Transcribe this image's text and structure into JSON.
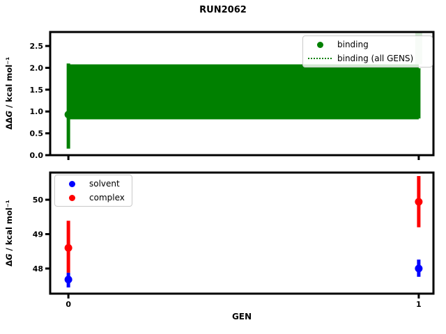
{
  "title": "RUN2062",
  "xlabel": "GEN",
  "colors": {
    "green": "#008000",
    "blue": "#0000ff",
    "red": "#ff0000",
    "strip": "rgba(0,128,0,0.18)",
    "axis": "#000000",
    "legend_border": "#c9c9c9"
  },
  "chart_data": [
    {
      "type": "errorbar",
      "name": "binding-free-energy",
      "ylabel_parts": [
        {
          "t": "ΔΔ",
          "italic": false
        },
        {
          "t": "G",
          "italic": true
        },
        {
          "t": " / kcal mol⁻¹",
          "italic": false
        }
      ],
      "ylim": [
        0,
        2.82
      ],
      "yticks": [
        0.0,
        0.5,
        1.0,
        1.5,
        2.0,
        2.5
      ],
      "ytick_labels": [
        "0.0",
        "0.5",
        "1.0",
        "1.5",
        "2.0",
        "2.5"
      ],
      "xlim": [
        -0.052,
        1.042
      ],
      "xticks": [
        {
          "v": 0,
          "label": ""
        },
        {
          "v": 1,
          "label": ""
        }
      ],
      "grid": false,
      "series": [
        {
          "name": "binding",
          "color_key": "green",
          "points": [
            {
              "x": 0,
              "y": 0.93,
              "lo": 0.15,
              "hi": 2.1
            },
            {
              "x": 1,
              "y": null,
              "lo": 0.84,
              "hi": 1.99
            }
          ]
        }
      ],
      "band": {
        "name": "binding (all GENS)",
        "x": [
          0,
          1
        ],
        "lower": [
          0.82,
          0.82
        ],
        "upper": [
          2.08,
          2.08
        ],
        "color_key": "green"
      },
      "vstrip": {
        "x": 1,
        "to": 2.08,
        "color_key": "strip"
      },
      "legend": {
        "position": "upper right",
        "items": [
          {
            "label": "binding",
            "sample": "dot",
            "color_key": "green"
          },
          {
            "label": "binding (all GENS)",
            "sample": "dotted-line",
            "color_key": "green"
          }
        ]
      }
    },
    {
      "type": "errorbar",
      "name": "solvent-complex-free-energy",
      "ylabel_parts": [
        {
          "t": "Δ",
          "italic": false
        },
        {
          "t": "G",
          "italic": true
        },
        {
          "t": " / kcal mol⁻¹",
          "italic": false
        }
      ],
      "ylim": [
        47.27,
        50.79
      ],
      "yticks": [
        48,
        49,
        50
      ],
      "ytick_labels": [
        "48",
        "49",
        "50"
      ],
      "xlim": [
        -0.052,
        1.042
      ],
      "xticks": [
        {
          "v": 0,
          "label": "0"
        },
        {
          "v": 1,
          "label": "1"
        }
      ],
      "grid": false,
      "series": [
        {
          "name": "solvent",
          "color_key": "blue",
          "points": [
            {
              "x": 0,
              "y": 47.68,
              "lo": 47.45,
              "hi": 47.88
            },
            {
              "x": 1,
              "y": 48.0,
              "lo": 47.76,
              "hi": 48.26
            }
          ]
        },
        {
          "name": "complex",
          "color_key": "red",
          "points": [
            {
              "x": 0,
              "y": 48.6,
              "lo": 47.88,
              "hi": 49.39
            },
            {
              "x": 1,
              "y": 49.94,
              "lo": 49.2,
              "hi": 50.69
            }
          ]
        }
      ],
      "legend": {
        "position": "upper left",
        "items": [
          {
            "label": "solvent",
            "sample": "dot",
            "color_key": "blue"
          },
          {
            "label": "complex",
            "sample": "dot",
            "color_key": "red"
          }
        ]
      }
    }
  ]
}
